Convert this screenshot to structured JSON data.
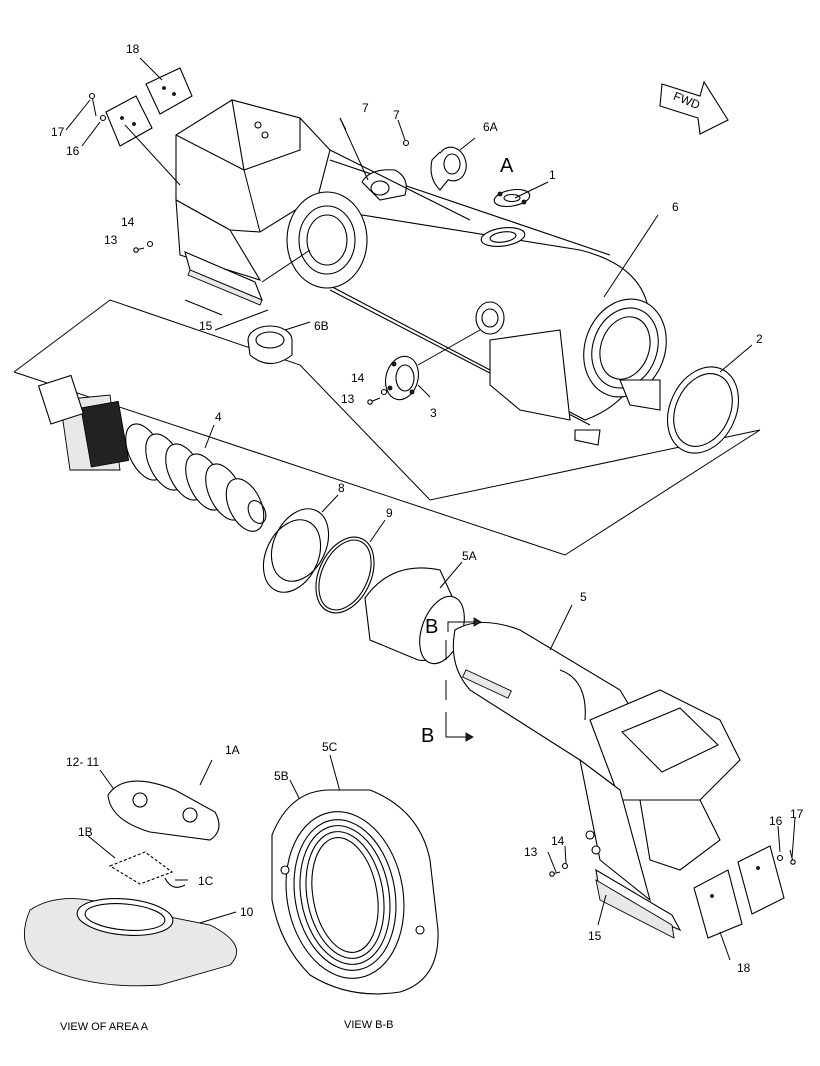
{
  "fwd_label": "FWD",
  "callouts": {
    "c1": "1",
    "c1A": "1A",
    "c1B": "1B",
    "c1C": "1C",
    "c2": "2",
    "c3": "3",
    "c4": "4",
    "c5": "5",
    "c5A": "5A",
    "c5B": "5B",
    "c5C": "5C",
    "c6": "6",
    "c6A": "6A",
    "c6B": "6B",
    "c7a": "7",
    "c7b": "7",
    "c8": "8",
    "c9": "9",
    "c10": "10",
    "c12_11": "12- 11",
    "c13a": "13",
    "c13b": "13",
    "c13c": "13",
    "c14a": "14",
    "c14b": "14",
    "c14c": "14",
    "c15a": "15",
    "c15b": "15",
    "c16a": "16",
    "c16b": "16",
    "c17a": "17",
    "c17b": "17",
    "c18a": "18",
    "c18b": "18"
  },
  "markers": {
    "area_a": "A",
    "section_b_top": "B",
    "section_b_bottom": "B"
  },
  "captions": {
    "view_area_a": "VIEW OF AREA  A",
    "view_b_b": "VIEW  B-B"
  }
}
